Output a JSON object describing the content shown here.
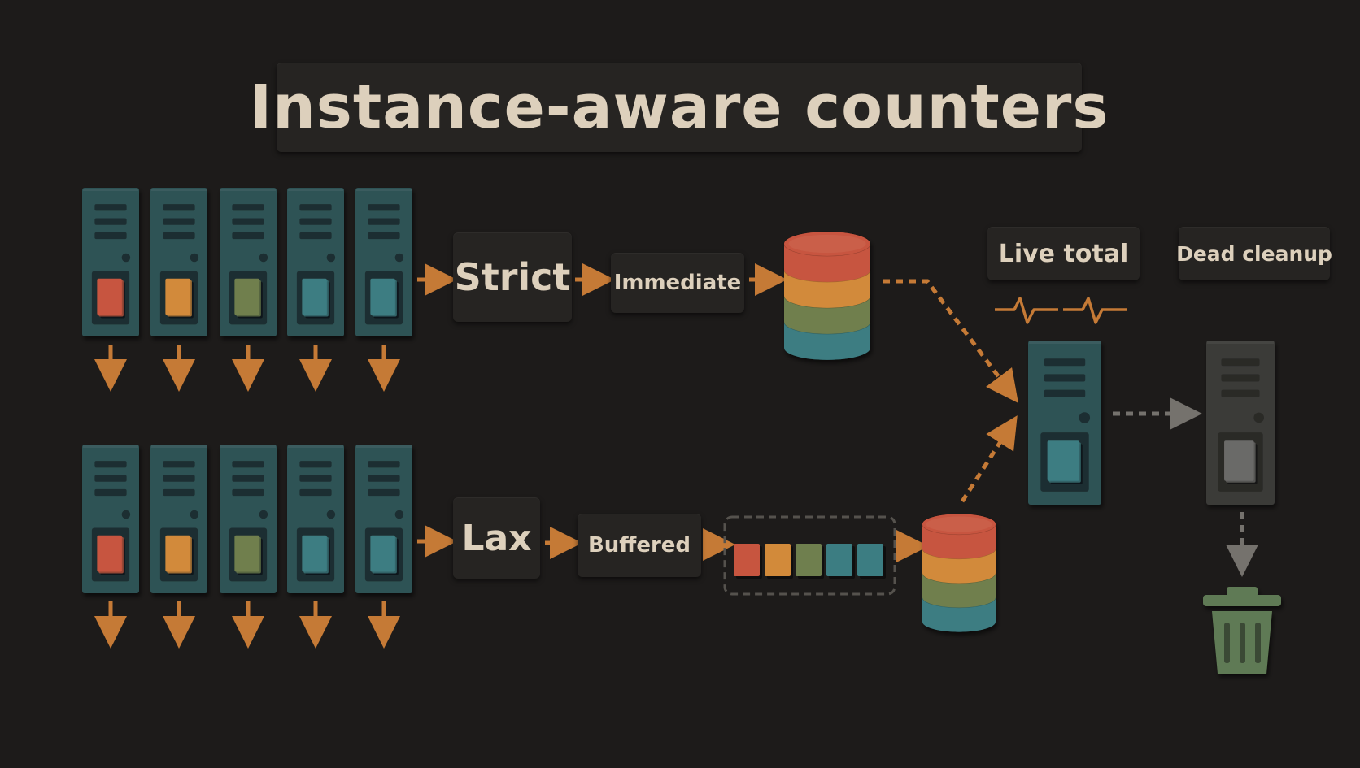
{
  "title": "Instance-aware counters",
  "strict_row": {
    "mode_label": "Strict",
    "write_label": "Immediate"
  },
  "lax_row": {
    "mode_label": "Lax",
    "write_label": "Buffered"
  },
  "aggregate": {
    "live_label": "Live total",
    "dead_label": "Dead cleanup"
  },
  "colors": {
    "background": "#1d1b1a",
    "label_fill": "#262422",
    "label_text": "#ddd0bc",
    "server_teal": "#2e5254",
    "arrow_orange": "#c57a36",
    "red": "#c7553f",
    "orange": "#d28a3a",
    "olive": "#6f7f4e",
    "teal": "#3c7d82",
    "dead_gray": "#3a3a38",
    "trash_green": "#5f7a54"
  },
  "server_chip_colors": [
    "red",
    "orange",
    "olive",
    "teal",
    "teal"
  ],
  "buffer_chip_colors": [
    "red",
    "orange",
    "olive",
    "teal",
    "teal"
  ],
  "icons": [
    "server-icon",
    "database-icon",
    "heartbeat-icon",
    "trash-icon",
    "arrow-icon"
  ]
}
